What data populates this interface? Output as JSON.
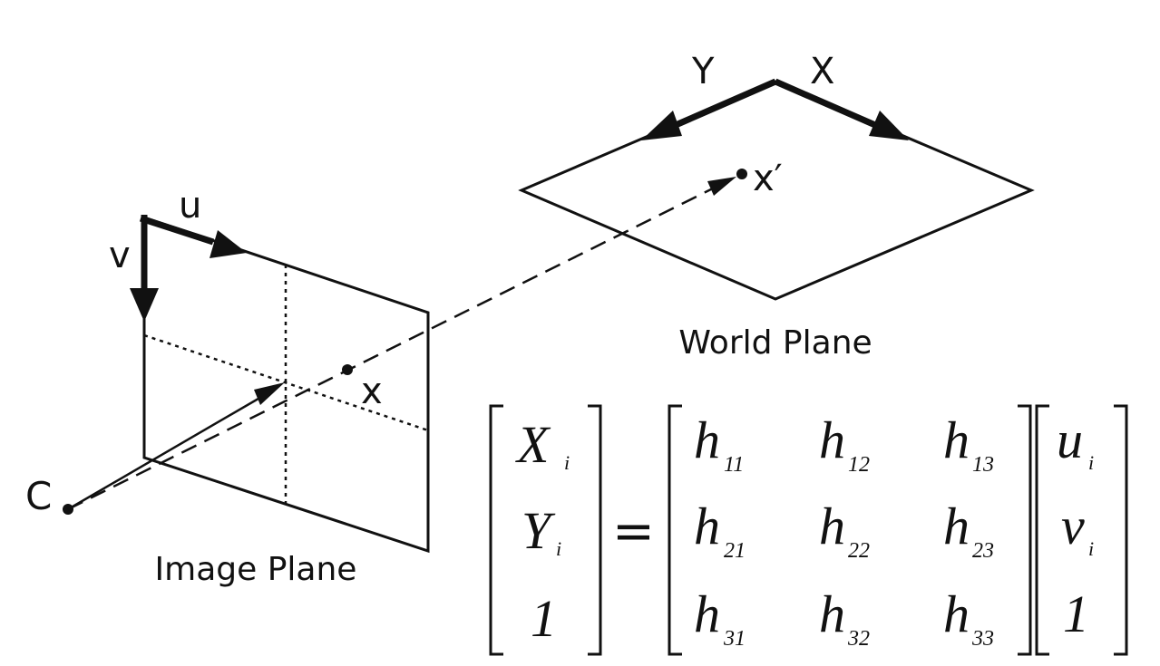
{
  "labels": {
    "world_plane": "World Plane",
    "image_plane": "Image Plane",
    "axis_x_world": "X",
    "axis_y_world": "Y",
    "axis_u": "u",
    "axis_v": "v",
    "camera_center": "C",
    "point_x": "x",
    "point_x_prime": "x′"
  },
  "equation": {
    "lhs": [
      {
        "base": "X",
        "sub": "i"
      },
      {
        "base": "Y",
        "sub": "i"
      },
      {
        "base": "1",
        "sub": ""
      }
    ],
    "equals": "=",
    "matrix": [
      [
        {
          "base": "h",
          "sub": "11"
        },
        {
          "base": "h",
          "sub": "12"
        },
        {
          "base": "h",
          "sub": "13"
        }
      ],
      [
        {
          "base": "h",
          "sub": "21"
        },
        {
          "base": "h",
          "sub": "22"
        },
        {
          "base": "h",
          "sub": "23"
        }
      ],
      [
        {
          "base": "h",
          "sub": "31"
        },
        {
          "base": "h",
          "sub": "32"
        },
        {
          "base": "h",
          "sub": "33"
        }
      ]
    ],
    "rhs": [
      {
        "base": "u",
        "sub": "i"
      },
      {
        "base": "v",
        "sub": "i"
      },
      {
        "base": "1",
        "sub": ""
      }
    ]
  }
}
